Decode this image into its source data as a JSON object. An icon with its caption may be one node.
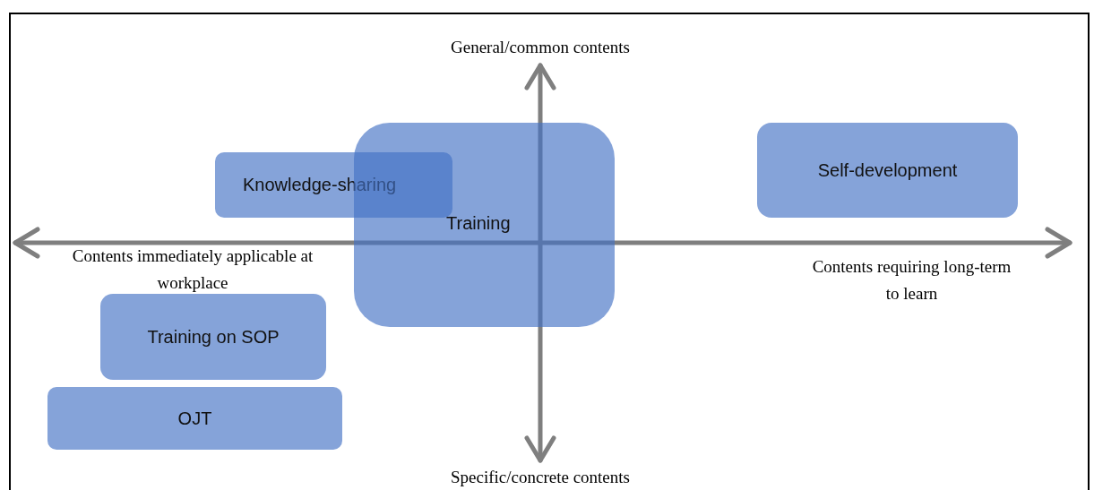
{
  "diagram": {
    "nodes": [
      {
        "text": [
          "Knowledge-sharing"
        ]
      },
      {
        "text": [
          "Training"
        ]
      },
      {
        "text": [
          "Self-development"
        ]
      },
      {
        "text": [
          "Training on SOP"
        ]
      },
      {
        "text": [
          "OJT"
        ]
      }
    ],
    "labels": [
      "General/common contents",
      "Contents immediately applicable at workplace",
      "Contents requiring long-term to learn",
      "Specific/concrete contents"
    ]
  }
}
